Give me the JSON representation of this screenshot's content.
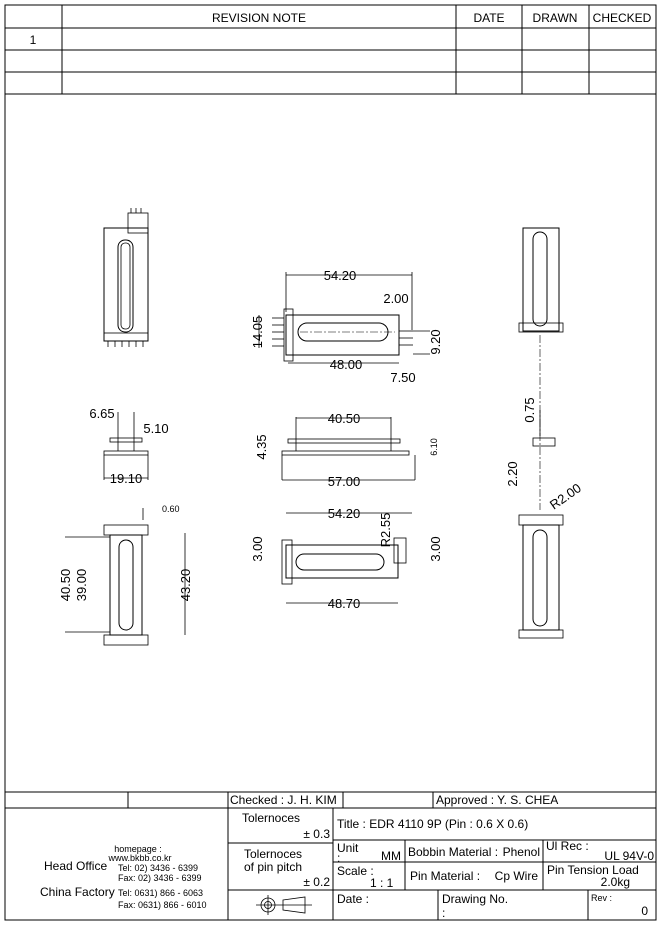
{
  "revision_table": {
    "headers": {
      "note": "REVISION  NOTE",
      "date": "DATE",
      "drawn": "DRAWN",
      "checked": "CHECKED"
    },
    "rows": [
      {
        "no": "1",
        "note": "",
        "date": "",
        "drawn": "",
        "checked": ""
      }
    ]
  },
  "dimensions": {
    "side_top": [],
    "top_view": {
      "overall": "54.20",
      "flange": "2.00",
      "height": "14.05",
      "pin_span": "9.20",
      "inner": "48.00",
      "pin_len": "7.50"
    },
    "end_view": {
      "a": "6.65",
      "b": "5.10",
      "c": "19.10"
    },
    "front_view": {
      "inner": "40.50",
      "h1": "4.35",
      "h2": "6.10",
      "overall": "57.00"
    },
    "side_bottom": {
      "pin": "0.60",
      "a": "40.50",
      "b": "39.00",
      "c": "43.20"
    },
    "bottom_view": {
      "overall": "54.20",
      "radius": "R2.55",
      "left": "3.00",
      "right": "3.00",
      "inner": "48.70"
    },
    "right_view": {
      "gap": "0.75",
      "gap2": "2.20",
      "radius": "R2.00"
    }
  },
  "title_block": {
    "checked": "Checked : J. H. KIM",
    "approved": "Approved : Y. S. CHEA",
    "homepage_label": "homepage :",
    "homepage": "www.bkbb.co.kr",
    "head_office": "Head Office",
    "head_tel": "Tel:   02) 3436 - 6399",
    "head_fax": "Fax:   02) 3436 - 6399",
    "china_factory": "China Factory",
    "china_tel": "Tel:   0631) 866 - 6063",
    "china_fax": "Fax:   0631) 866 - 6010",
    "tolerance_label": "Tolernoces",
    "tolerance_value": "± 0.3",
    "pitch_label1": "Tolernoces",
    "pitch_label2": "of pin pitch",
    "pitch_value": "± 0.2",
    "title": "Title :    EDR 4110 9P   (Pin : 0.6 X 0.6)",
    "unit_label": "Unit",
    "unit_colon": ":",
    "unit_value": "MM",
    "bobbin_material": "Bobbin Material :",
    "bobbin_value": "Phenol",
    "ul_label": "Ul Rec :",
    "ul_value": "UL 94V-0",
    "scale_label": "Scale :",
    "scale_value": "1 : 1",
    "pin_material": "Pin Material :",
    "pin_value": "Cp Wire",
    "pin_tension": "Pin Tension Load",
    "pin_tension_value": "2.0kg",
    "date_label": "Date :",
    "drawing_no": "Drawing No.",
    "drawing_colon": ":",
    "rev_label": "Rev :",
    "rev_value": "0"
  }
}
